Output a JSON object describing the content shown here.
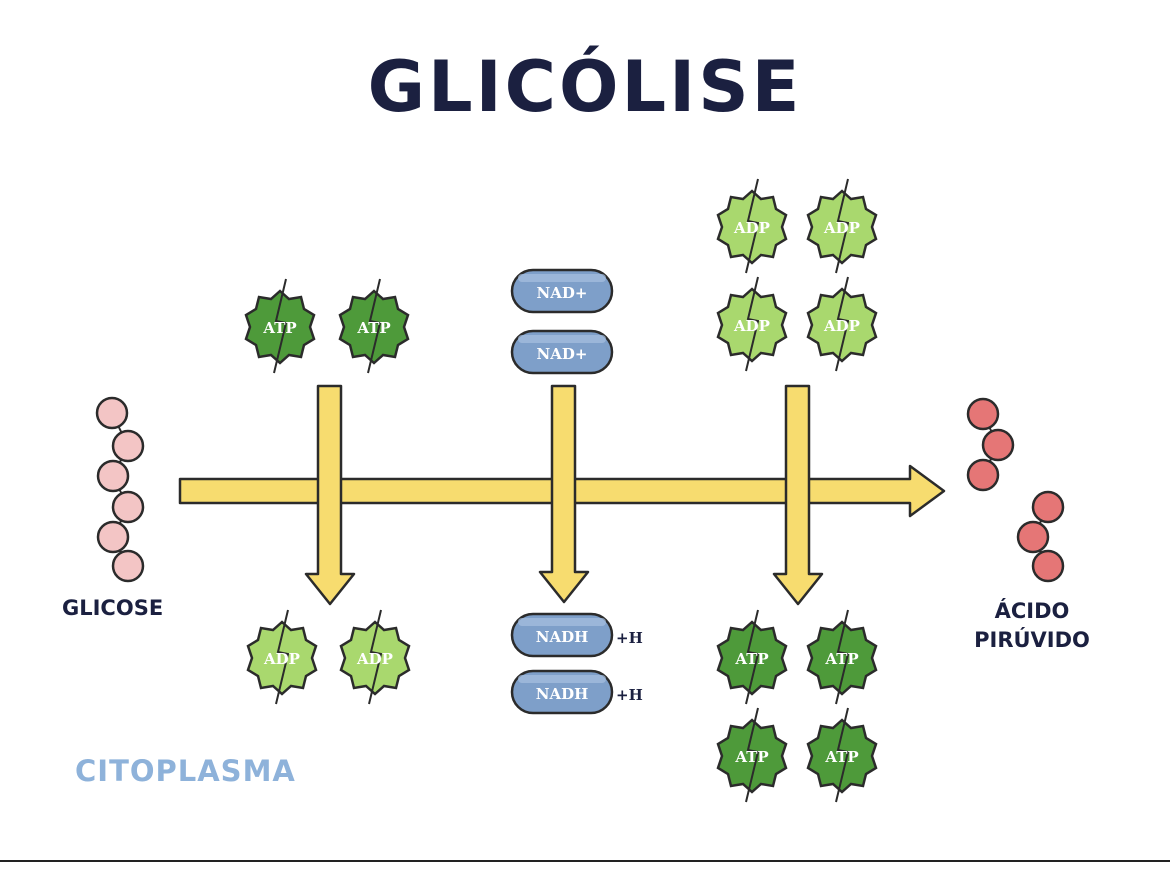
{
  "title": "GLICÓLISE",
  "labels": {
    "glicose": "GLICOSE",
    "acido_line1": "ÁCIDO",
    "acido_line2": "PIRÚVIDO",
    "citoplasma": "CITOPLASMA"
  },
  "stages": [
    {
      "inputs": [
        "ATP",
        "ATP"
      ],
      "outputs": [
        "ADP",
        "ADP"
      ]
    },
    {
      "inputs": [
        "NAD+",
        "NAD+"
      ],
      "outputs": [
        "NADH",
        "NADH"
      ],
      "output_suffix": "+H"
    },
    {
      "inputs": [
        "ADP",
        "ADP",
        "ADP",
        "ADP"
      ],
      "outputs": [
        "ATP",
        "ATP",
        "ATP",
        "ATP"
      ]
    }
  ],
  "colors": {
    "title": "#1b2040",
    "citoplasma": "#8eb2da",
    "arrow": "#f7dc6f",
    "atp_fill": "#4e9a3a",
    "adp_fill": "#a9d86e",
    "nad_fill": "#7e9fc9",
    "bead_fill": "#f3c5c5",
    "pyruvate_fill": "#e57676"
  }
}
